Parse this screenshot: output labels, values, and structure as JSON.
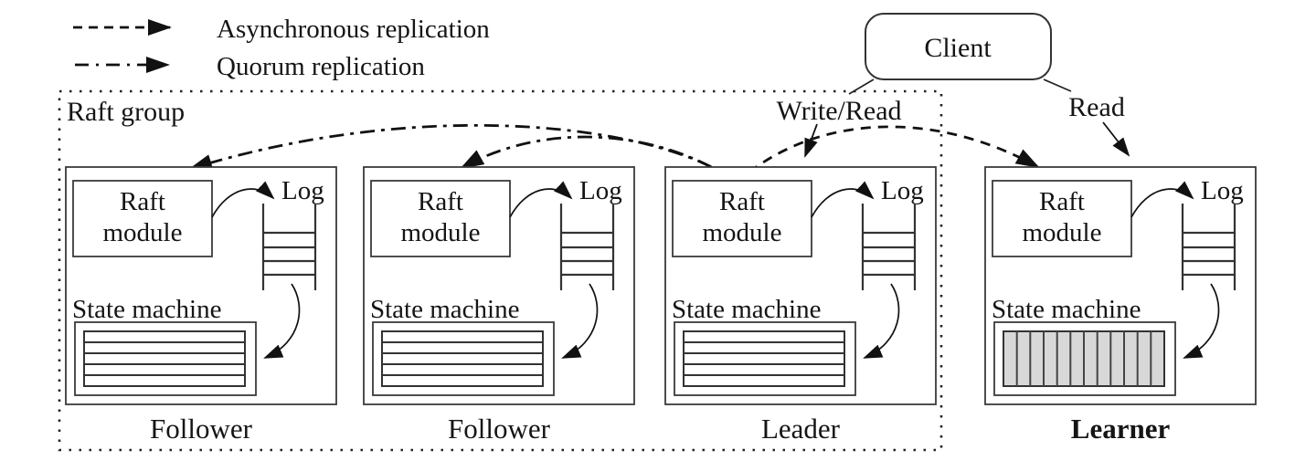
{
  "legend": {
    "items": [
      {
        "style": "dashed",
        "label": "Asynchronous replication"
      },
      {
        "style": "dash-dot",
        "label": "Quorum replication"
      }
    ]
  },
  "client": {
    "label": "Client"
  },
  "group": {
    "label": "Raft group"
  },
  "edges": {
    "write_read_label": "Write/Read",
    "read_label": "Read"
  },
  "node_parts": {
    "raft_module_line1": "Raft",
    "raft_module_line2": "module",
    "log_label": "Log",
    "state_machine_label": "State machine"
  },
  "nodes": [
    {
      "label": "Follower",
      "bold": false,
      "state_machine_style": "rows"
    },
    {
      "label": "Follower",
      "bold": false,
      "state_machine_style": "rows"
    },
    {
      "label": "Leader",
      "bold": false,
      "state_machine_style": "rows"
    },
    {
      "label": "Learner",
      "bold": true,
      "state_machine_style": "columns"
    }
  ],
  "colors": {
    "ink": "#1a1a1a",
    "learner_state_machine_fill": "#d8d8d8",
    "background": "#ffffff"
  }
}
